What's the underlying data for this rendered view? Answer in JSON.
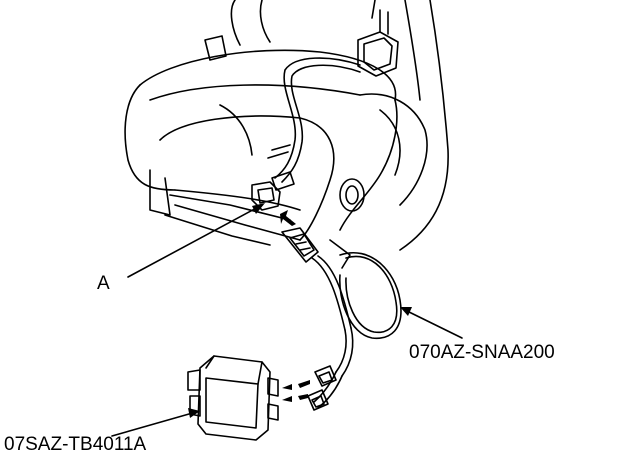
{
  "callouts": {
    "a": "A",
    "cable": "070AZ-SNAA200",
    "box": "07SAZ-TB4011A"
  },
  "colors": {
    "ink": "#000000",
    "paper": "#ffffff"
  }
}
